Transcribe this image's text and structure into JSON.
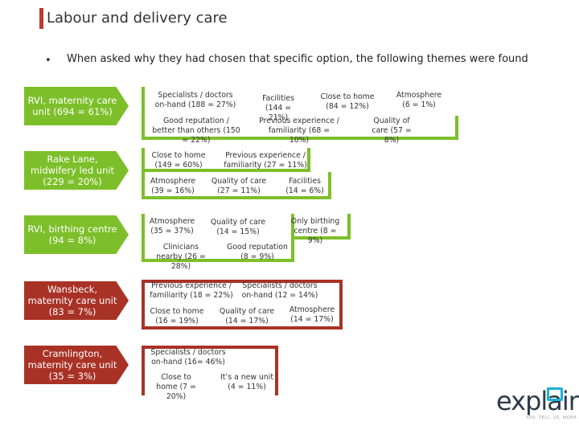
{
  "header": {
    "title": "Labour and delivery care",
    "bullet": "•",
    "subtitle": "When asked why they had chosen that specific option, the following themes were found"
  },
  "colors": {
    "accent_red": "#c0392b",
    "green": "#7dbf2a",
    "dark_red": "#a93226",
    "logo_blue": "#1ab0d8"
  },
  "options": [
    {
      "label": "RVI, maternity care unit (694 = 61%)",
      "color": "green",
      "themes": [
        "Specialists / doctors on-hand (188 = 27%)",
        "Good reputation / better than others (150 = 22%)",
        "Facilities (144 = 21%)",
        "Previous experience / familiarity (68 = 10%)",
        "Close to home (84 = 12%)",
        "Quality of care (57 = 8%)",
        "Atmosphere (6 = 1%)"
      ]
    },
    {
      "label": "Rake Lane, midwifery led unit (229 = 20%)",
      "color": "green",
      "themes": [
        "Close to home (149 = 60%)",
        "Previous experience / familiarity (27 = 11%)",
        "Atmosphere (39 = 16%)",
        "Quality of care (27 = 11%)",
        "Facilities (14 = 6%)"
      ]
    },
    {
      "label": "RVI, birthing centre (94 = 8%)",
      "color": "green",
      "themes": [
        "Atmosphere (35 = 37%)",
        "Quality of care (14 = 15%)",
        "Only birthing centre (8 = 9%)",
        "Clinicians nearby (26 = 28%)",
        "Good reputation (8 = 9%)"
      ]
    },
    {
      "label": "Wansbeck, maternity care unit (83 = 7%)",
      "color": "red",
      "themes": [
        "Previous experience / familiarity (18 = 22%)",
        "Specialists / doctors on-hand (12 = 14%)",
        "Close to home (16 = 19%)",
        "Quality of care (14 = 17%)",
        "Atmosphere (14 = 17%)"
      ]
    },
    {
      "label": "Cramlington, maternity care unit (35 = 3%)",
      "color": "red",
      "themes": [
        "Specialists / doctors on-hand (16= 46%)",
        "Close to home (7 = 20%)",
        "It’s a new unit (4 = 11%)"
      ]
    }
  ],
  "logo": {
    "brand": "explain",
    "tagline": "YOU. TELL. US. MORE."
  }
}
